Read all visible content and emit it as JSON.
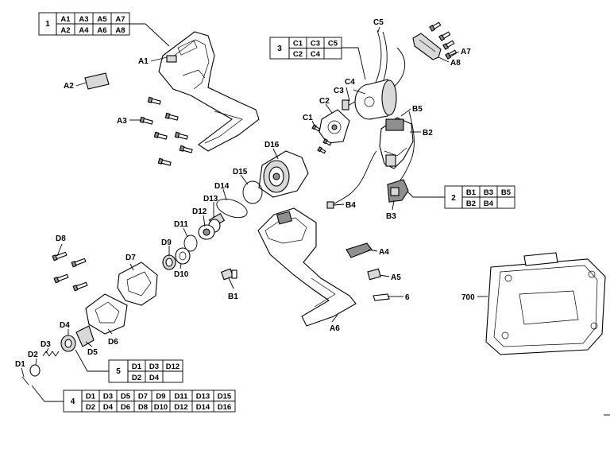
{
  "groups": [
    {
      "number": "1",
      "rows": [
        [
          "A1",
          "A3",
          "A5",
          "A7"
        ],
        [
          "A2",
          "A4",
          "A6",
          "A8"
        ]
      ]
    },
    {
      "number": "3",
      "rows": [
        [
          "C1",
          "C3",
          "C5"
        ],
        [
          "C2",
          "C4",
          ""
        ]
      ]
    },
    {
      "number": "2",
      "rows": [
        [
          "B1",
          "B3",
          "B5"
        ],
        [
          "B2",
          "B4",
          ""
        ]
      ]
    },
    {
      "number": "5",
      "rows": [
        [
          "D1",
          "D3",
          "D12"
        ],
        [
          "D2",
          "D4",
          ""
        ]
      ]
    },
    {
      "number": "4",
      "rows": [
        [
          "D1",
          "D3",
          "D5",
          "D7",
          "D9",
          "D11",
          "D13",
          "D15"
        ],
        [
          "D2",
          "D4",
          "D6",
          "D8",
          "D10",
          "D12",
          "D14",
          "D16"
        ]
      ]
    }
  ],
  "labels": {
    "A1": "A1",
    "A2": "A2",
    "A3": "A3",
    "A4": "A4",
    "A5": "A5",
    "A6": "A6",
    "A7": "A7",
    "A8": "A8",
    "B1": "B1",
    "B2": "B2",
    "B3": "B3",
    "B4": "B4",
    "B5": "B5",
    "C1": "C1",
    "C2": "C2",
    "C3": "C3",
    "C4": "C4",
    "C5": "C5",
    "D1": "D1",
    "D2": "D2",
    "D3": "D3",
    "D4": "D4",
    "D5": "D5",
    "D6": "D6",
    "D7": "D7",
    "D8": "D8",
    "D9": "D9",
    "D10": "D10",
    "D11": "D11",
    "D12": "D12",
    "D13": "D13",
    "D14": "D14",
    "D15": "D15",
    "D16": "D16",
    "p6": "6",
    "p700": "700"
  }
}
